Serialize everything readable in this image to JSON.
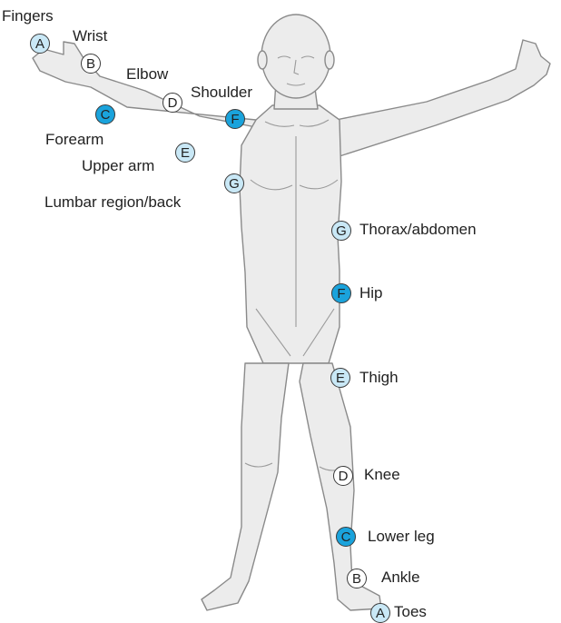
{
  "colors": {
    "dark": "#1aa3dc",
    "light": "#c9e8f6",
    "white": "#ffffff",
    "body_fill": "#ececec",
    "body_stroke": "#8a8a8a"
  },
  "markers": [
    {
      "id": "fingers-marker",
      "letter": "A",
      "shade": "light"
    },
    {
      "id": "wrist-marker",
      "letter": "B",
      "shade": "white"
    },
    {
      "id": "forearm-marker",
      "letter": "C",
      "shade": "dark"
    },
    {
      "id": "elbow-marker",
      "letter": "D",
      "shade": "white"
    },
    {
      "id": "shoulder-marker",
      "letter": "F",
      "shade": "dark"
    },
    {
      "id": "upper-arm-marker",
      "letter": "E",
      "shade": "light"
    },
    {
      "id": "lumbar-marker",
      "letter": "G",
      "shade": "light"
    },
    {
      "id": "thorax-marker",
      "letter": "G",
      "shade": "light"
    },
    {
      "id": "hip-marker",
      "letter": "F",
      "shade": "dark"
    },
    {
      "id": "thigh-marker",
      "letter": "E",
      "shade": "light"
    },
    {
      "id": "knee-marker",
      "letter": "D",
      "shade": "white"
    },
    {
      "id": "lower-leg-marker",
      "letter": "C",
      "shade": "dark"
    },
    {
      "id": "ankle-marker",
      "letter": "B",
      "shade": "white"
    },
    {
      "id": "toes-marker",
      "letter": "A",
      "shade": "light"
    }
  ],
  "labels": {
    "fingers": "Fingers",
    "wrist": "Wrist",
    "elbow": "Elbow",
    "shoulder": "Shoulder",
    "forearm": "Forearm",
    "upper_arm": "Upper arm",
    "lumbar": "Lumbar region/back",
    "thorax": "Thorax/abdomen",
    "hip": "Hip",
    "thigh": "Thigh",
    "knee": "Knee",
    "lower_leg": "Lower leg",
    "ankle": "Ankle",
    "toes": "Toes"
  }
}
